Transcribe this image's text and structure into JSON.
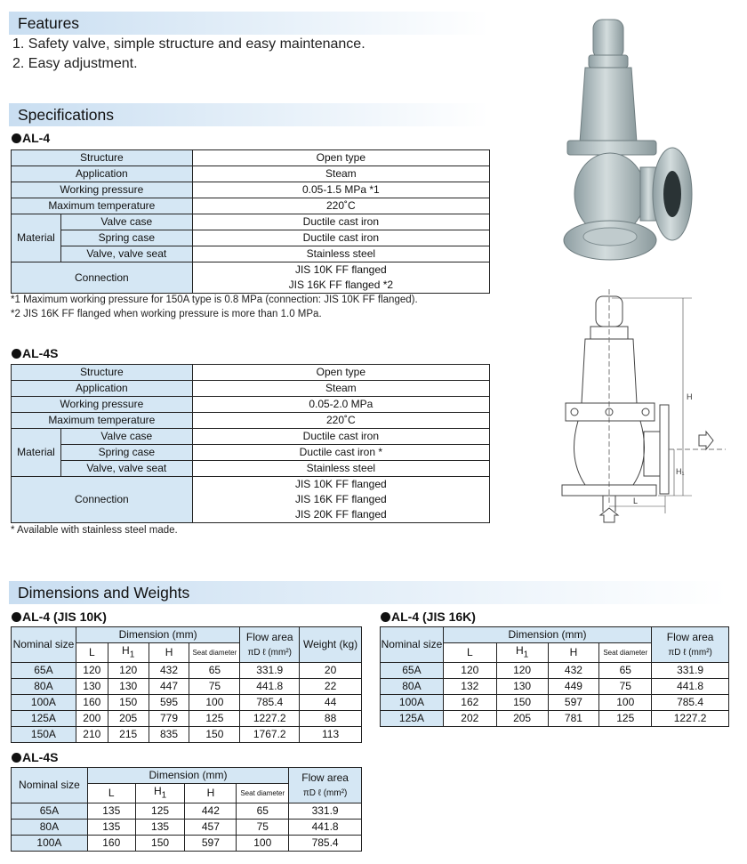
{
  "features": {
    "title": "Features",
    "items": [
      "1. Safety valve, simple structure and easy maintenance.",
      "2. Easy adjustment."
    ]
  },
  "specifications": {
    "title": "Specifications",
    "al4": {
      "label": "AL-4",
      "structure": [
        "Structure",
        "Open type"
      ],
      "application": [
        "Application",
        "Steam"
      ],
      "working_pressure": [
        "Working pressure",
        "0.05-1.5 MPa *1"
      ],
      "max_temp": [
        "Maximum temperature",
        "220˚C"
      ],
      "material_label": "Material",
      "valve_case": [
        "Valve case",
        "Ductile cast iron"
      ],
      "spring_case": [
        "Spring case",
        "Ductile cast iron"
      ],
      "valve_seat": [
        "Valve, valve seat",
        "Stainless steel"
      ],
      "connection_label": "Connection",
      "connection": [
        "JIS 10K FF flanged",
        "JIS 16K FF flanged *2"
      ],
      "notes": [
        "*1 Maximum working pressure for 150A type is 0.8 MPa (connection: JIS 10K FF flanged).",
        "*2 JIS 16K FF flanged when working pressure is more than 1.0 MPa."
      ]
    },
    "al4s": {
      "label": "AL-4S",
      "structure": [
        "Structure",
        "Open type"
      ],
      "application": [
        "Application",
        "Steam"
      ],
      "working_pressure": [
        "Working pressure",
        "0.05-2.0 MPa"
      ],
      "max_temp": [
        "Maximum temperature",
        "220˚C"
      ],
      "material_label": "Material",
      "valve_case": [
        "Valve case",
        "Ductile cast iron"
      ],
      "spring_case": [
        "Spring case",
        "Ductile cast iron *"
      ],
      "valve_seat": [
        "Valve, valve seat",
        "Stainless steel"
      ],
      "connection_label": "Connection",
      "connection": [
        "JIS 10K FF flanged",
        "JIS 16K FF flanged",
        "JIS 20K FF flanged"
      ],
      "notes": [
        "* Available with stainless steel made."
      ]
    }
  },
  "dimensions": {
    "title": "Dimensions and Weights",
    "headers": {
      "nominal": "Nominal size",
      "dimension": "Dimension (mm)",
      "L": "L",
      "H1": "H",
      "H1_sub": "1",
      "H": "H",
      "seat": "Seat diameter",
      "flow": "Flow area",
      "flow_unit": "πD ℓ  (mm²)",
      "weight": "Weight (kg)"
    },
    "al4_10k": {
      "label": "AL-4 (JIS 10K)",
      "rows": [
        [
          "65A",
          "120",
          "120",
          "432",
          "65",
          "331.9",
          "20"
        ],
        [
          "80A",
          "130",
          "130",
          "447",
          "75",
          "441.8",
          "22"
        ],
        [
          "100A",
          "160",
          "150",
          "595",
          "100",
          "785.4",
          "44"
        ],
        [
          "125A",
          "200",
          "205",
          "779",
          "125",
          "1227.2",
          "88"
        ],
        [
          "150A",
          "210",
          "215",
          "835",
          "150",
          "1767.2",
          "113"
        ]
      ]
    },
    "al4_16k": {
      "label": "AL-4 (JIS 16K)",
      "rows": [
        [
          "65A",
          "120",
          "120",
          "432",
          "65",
          "331.9"
        ],
        [
          "80A",
          "132",
          "130",
          "449",
          "75",
          "441.8"
        ],
        [
          "100A",
          "162",
          "150",
          "597",
          "100",
          "785.4"
        ],
        [
          "125A",
          "202",
          "205",
          "781",
          "125",
          "1227.2"
        ]
      ]
    },
    "al4s": {
      "label": "AL-4S",
      "rows": [
        [
          "65A",
          "135",
          "125",
          "442",
          "65",
          "331.9"
        ],
        [
          "80A",
          "135",
          "135",
          "457",
          "75",
          "441.8"
        ],
        [
          "100A",
          "160",
          "150",
          "597",
          "100",
          "785.4"
        ]
      ]
    }
  },
  "drawing_labels": {
    "H": "H",
    "H1": "H₁",
    "L": "L"
  },
  "colors": {
    "header_grad": "#c9def1",
    "cell_fill": "#d5e7f4",
    "valve_body": "#b9c7c9"
  }
}
